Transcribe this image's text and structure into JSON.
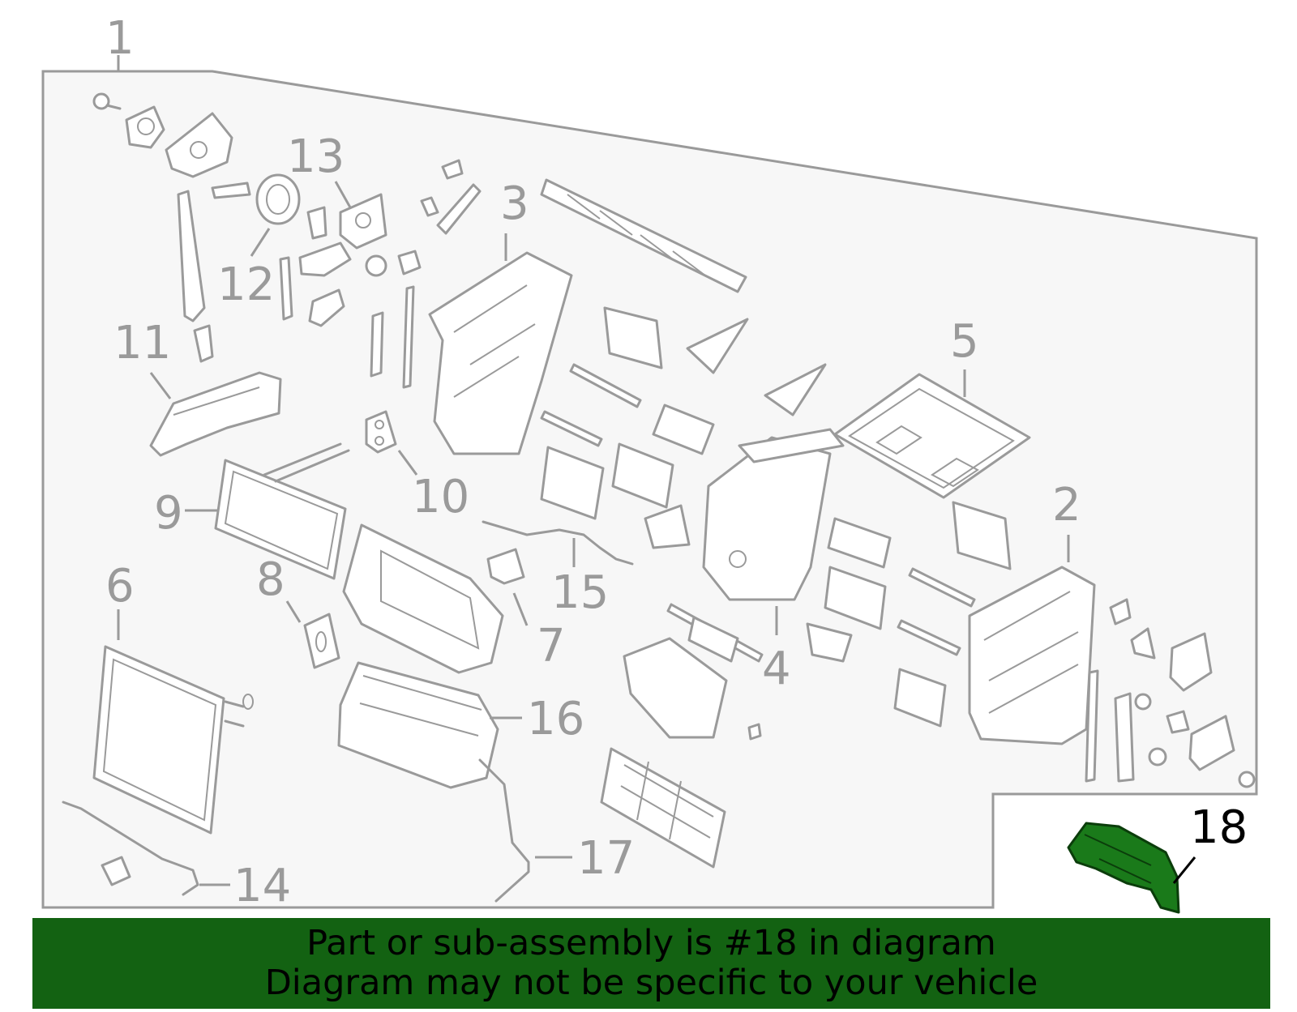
{
  "callouts": [
    {
      "id": "1",
      "label": "1"
    },
    {
      "id": "2",
      "label": "2"
    },
    {
      "id": "3",
      "label": "3"
    },
    {
      "id": "4",
      "label": "4"
    },
    {
      "id": "5",
      "label": "5"
    },
    {
      "id": "6",
      "label": "6"
    },
    {
      "id": "7",
      "label": "7"
    },
    {
      "id": "8",
      "label": "8"
    },
    {
      "id": "9",
      "label": "9"
    },
    {
      "id": "10",
      "label": "10"
    },
    {
      "id": "11",
      "label": "11"
    },
    {
      "id": "12",
      "label": "12"
    },
    {
      "id": "13",
      "label": "13"
    },
    {
      "id": "14",
      "label": "14"
    },
    {
      "id": "15",
      "label": "15"
    },
    {
      "id": "16",
      "label": "16"
    },
    {
      "id": "17",
      "label": "17"
    },
    {
      "id": "18",
      "label": "18"
    }
  ],
  "highlighted_part": "18",
  "banner": {
    "line1": "Part or sub-assembly is #18 in diagram",
    "line2": "Diagram may not be specific to your vehicle"
  },
  "colors": {
    "banner_bg": "#136212",
    "highlight_part": "#1a7a1a",
    "outline_gray": "#9a9a9a",
    "panel_bg": "#f7f7f7"
  }
}
